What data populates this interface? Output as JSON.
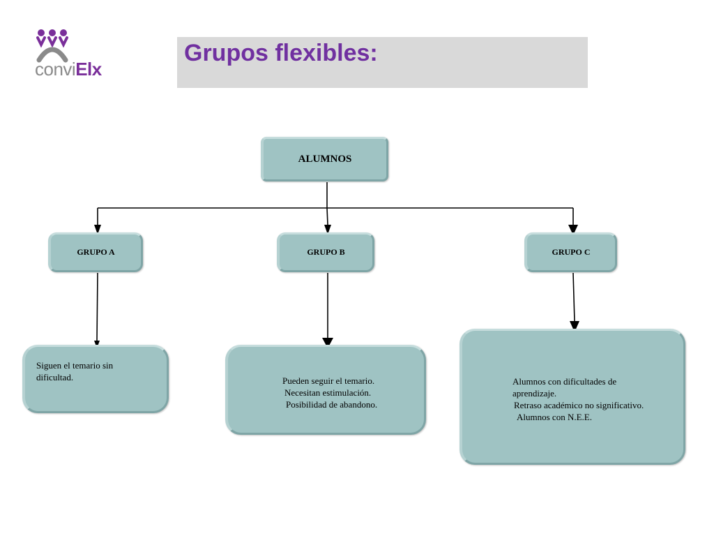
{
  "logo": {
    "text_part1": "convi",
    "text_part2": "Elx",
    "primary_color": "#7a2f9a",
    "secondary_color": "#8a8a8a"
  },
  "title": {
    "text": "Grupos flexibles:",
    "color": "#7030a0",
    "bar_color": "#d9d9d9"
  },
  "diagram": {
    "root": {
      "label": "ALUMNOS"
    },
    "groups": [
      {
        "label": "GRUPO A",
        "description": [
          "Siguen el temario sin",
          "dificultad."
        ]
      },
      {
        "label": "GRUPO B",
        "description": [
          "Pueden seguir el temario.",
          "Necesitan estimulación.",
          "Posibilidad de abandono."
        ]
      },
      {
        "label": "GRUPO C",
        "description": [
          "Alumnos con dificultades de",
          "aprendizaje.",
          "Retraso académico no significativo.",
          "Alumnos con N.E.E."
        ]
      }
    ],
    "box_color": "#9fc3c3"
  }
}
